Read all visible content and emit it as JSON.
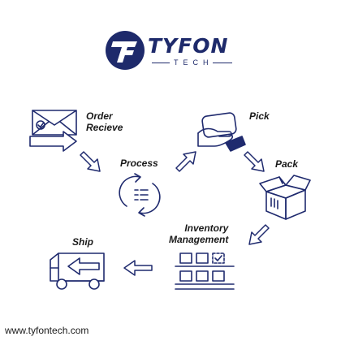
{
  "brand": {
    "name": "TYFON",
    "tagline": "TECH",
    "primary_color": "#1e2a6b",
    "logo_icon": "tyfon-logo-icon"
  },
  "steps": [
    {
      "id": "order",
      "label_lines": [
        "Order",
        "Recieve"
      ],
      "icon": "envelope-icon"
    },
    {
      "id": "process",
      "label_lines": [
        "Process"
      ],
      "icon": "process-cycle-icon"
    },
    {
      "id": "pick",
      "label_lines": [
        "Pick"
      ],
      "icon": "hand-pick-icon"
    },
    {
      "id": "pack",
      "label_lines": [
        "Pack"
      ],
      "icon": "open-box-icon"
    },
    {
      "id": "inventory",
      "label_lines": [
        "Inventory",
        "Management"
      ],
      "icon": "shelves-icon"
    },
    {
      "id": "ship",
      "label_lines": [
        "Ship"
      ],
      "icon": "delivery-truck-icon"
    }
  ],
  "footer": {
    "url": "www.tyfontech.com"
  }
}
